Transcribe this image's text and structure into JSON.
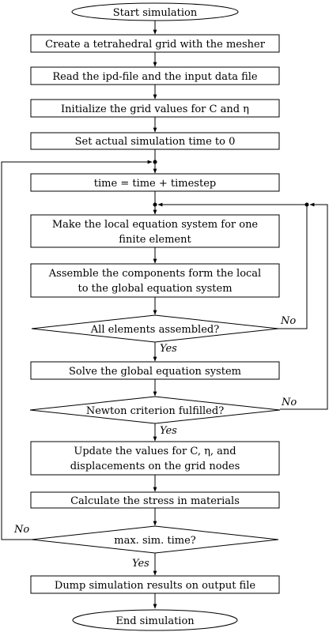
{
  "nodes": {
    "start": "Start simulation",
    "n1": "Create a tetrahedral grid with the mesher",
    "n2": "Read the ipd-file and the input data file",
    "n3": "Initialize the grid values for C and η",
    "n4": "Set actual simulation time to 0",
    "n5": "time = time + timestep",
    "n6_line1": "Make the local equation system for one",
    "n6_line2": "finite element",
    "n7_line1": "Assemble the components form the local",
    "n7_line2": "to the global equation system",
    "d1": "All elements assembled?",
    "n8": "Solve the global equation system",
    "d2": "Newton criterion fulfilled?",
    "n9_line1": "Update the values for C, η, and",
    "n9_line2": "displacements on the grid nodes",
    "n10": "Calculate the stress in materials",
    "d3": "max. sim. time?",
    "n11": "Dump simulation results on output file",
    "end": "End simulation"
  },
  "labels": {
    "d1_no": "No",
    "d1_yes": "Yes",
    "d2_no": "No",
    "d2_yes": "Yes",
    "d3_no": "No",
    "d3_yes": "Yes"
  }
}
